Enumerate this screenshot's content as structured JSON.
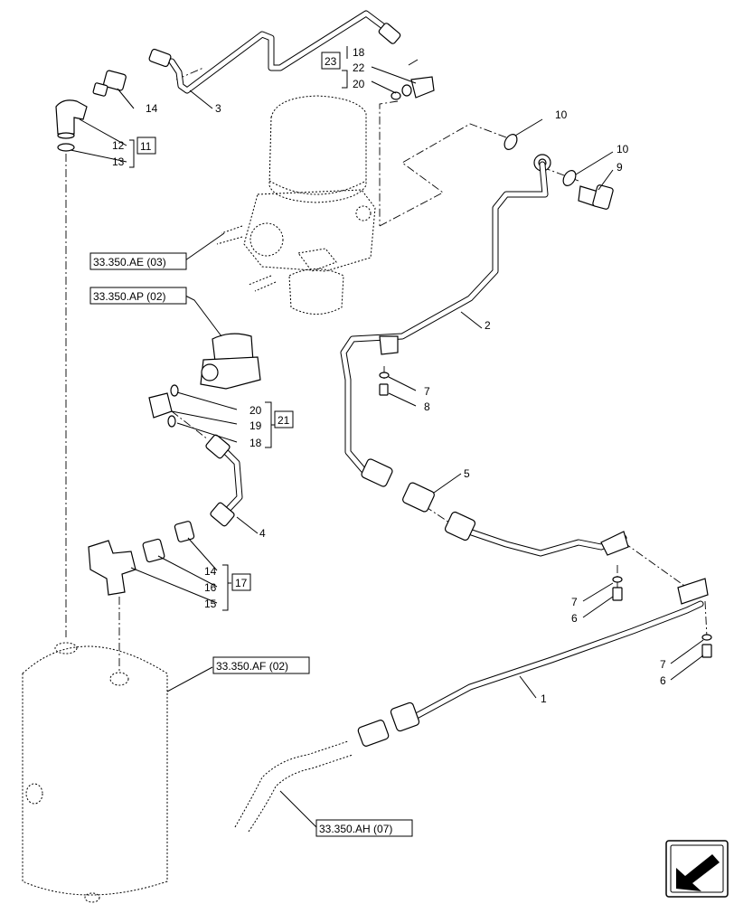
{
  "callouts": {
    "c1": "1",
    "c2": "2",
    "c3": "3",
    "c4": "4",
    "c5": "5",
    "c6a": "6",
    "c6b": "6",
    "c7a": "7",
    "c7b": "7",
    "c7c": "7",
    "c8": "8",
    "c9": "9",
    "c10a": "10",
    "c10b": "10",
    "c12": "12",
    "c13": "13",
    "c14a": "14",
    "c14b": "14",
    "c15": "15",
    "c16": "16",
    "c18a": "18",
    "c18b": "18",
    "c19": "19",
    "c20a": "20",
    "c20b": "20",
    "c22": "22"
  },
  "groups": {
    "g11": "11",
    "g17": "17",
    "g21": "21",
    "g23": "23"
  },
  "references": {
    "ref_ae": "33.350.AE (03)",
    "ref_ap": "33.350.AP (02)",
    "ref_af": "33.350.AF (02)",
    "ref_ah": "33.350.AH (07)"
  },
  "nav": {
    "icon": "arrow-navigation-icon"
  }
}
